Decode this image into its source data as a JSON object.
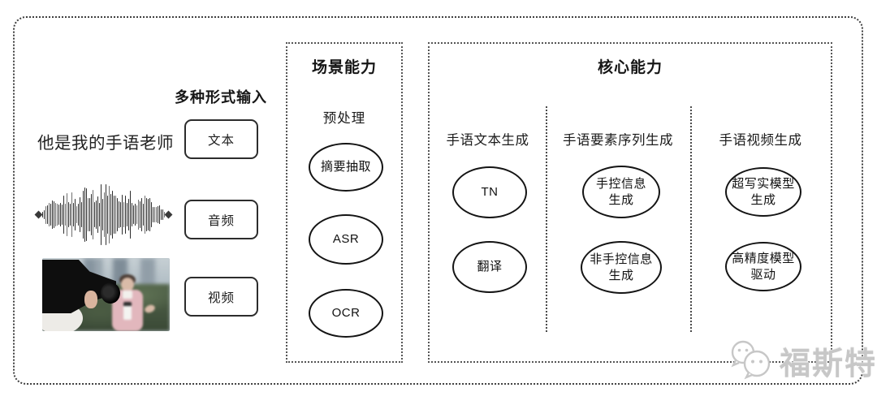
{
  "input_panel": {
    "heading": "多种形式输入",
    "text_example": "他是我的手语老师",
    "buttons": {
      "text": "文本",
      "audio": "音频",
      "video": "视频"
    }
  },
  "scene_panel": {
    "title": "场景能力",
    "stage_label": "预处理",
    "nodes": {
      "summary": "摘要抽取",
      "asr": "ASR",
      "ocr": "OCR"
    }
  },
  "core_panel": {
    "title": "核心能力",
    "columns": [
      {
        "header": "手语文本生成",
        "nodes": [
          "TN",
          "翻译"
        ]
      },
      {
        "header": "手语要素序列生成",
        "nodes": [
          "手控信息\n生成",
          "非手控信息\n生成"
        ]
      },
      {
        "header": "手语视频生成",
        "nodes": [
          "超写实模型\n生成",
          "高精度模型\n驱动"
        ]
      }
    ]
  },
  "watermark": {
    "brand": "福斯特"
  },
  "colors": {
    "line": "#3f3f3f",
    "node_stroke": "#141414",
    "watermark_gray": "#c7c7c7"
  }
}
